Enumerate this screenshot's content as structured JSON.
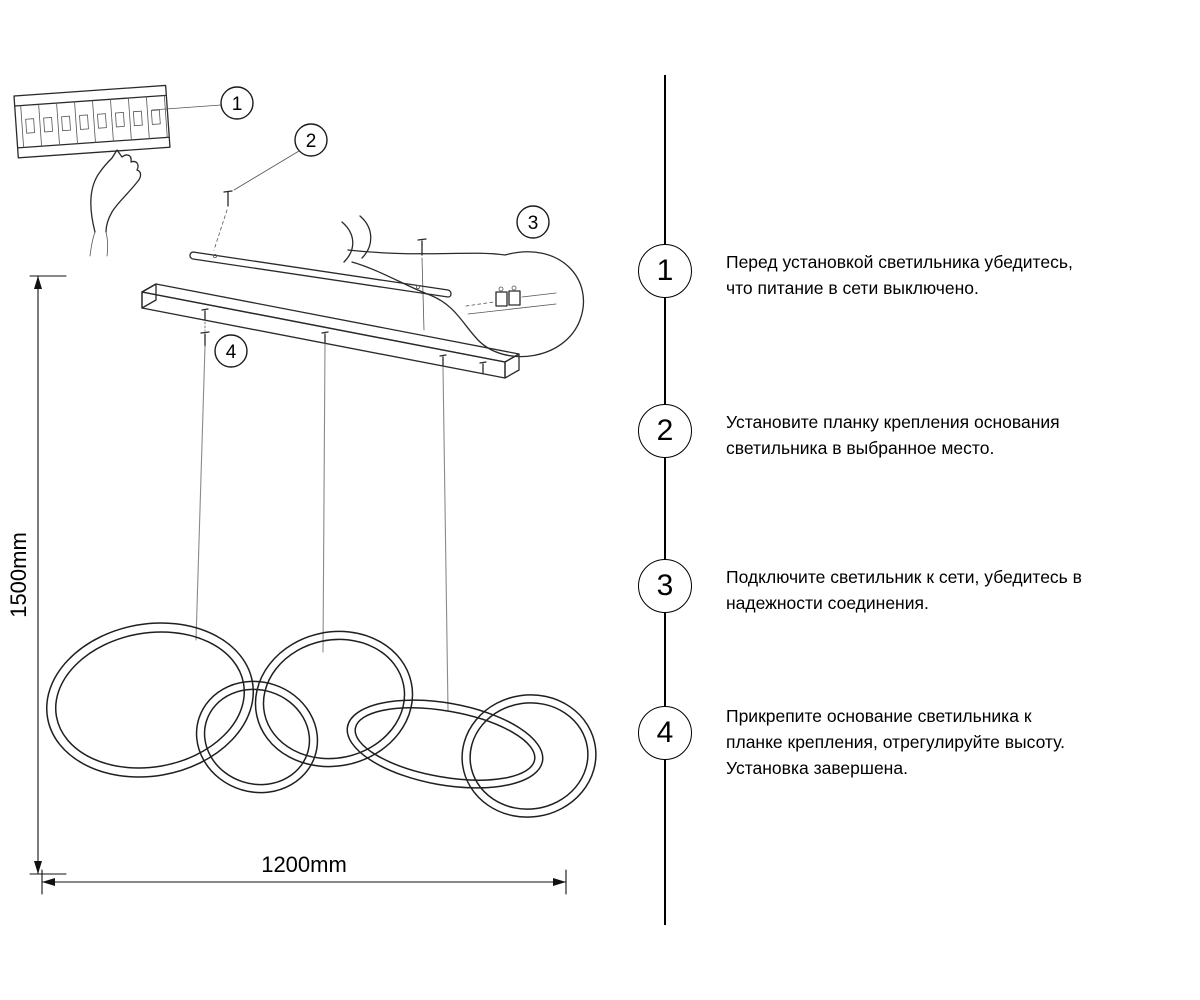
{
  "diagram": {
    "callout_labels": [
      "1",
      "2",
      "3",
      "4"
    ],
    "dim_height": "1500mm",
    "dim_width": "1200mm"
  },
  "steps": [
    {
      "num": "1",
      "text": "Перед установкой светильника убедитесь,\nчто питание в сети выключено."
    },
    {
      "num": "2",
      "text": "Установите планку крепления основания\nсветильника в выбранное место."
    },
    {
      "num": "3",
      "text": "Подключите светильник к сети, убедитесь в\nнадежности соединения."
    },
    {
      "num": "4",
      "text": "Прикрепите основание светильника к\nпланке крепления, отрегулируйте высоту.\nУстановка завершена."
    }
  ]
}
